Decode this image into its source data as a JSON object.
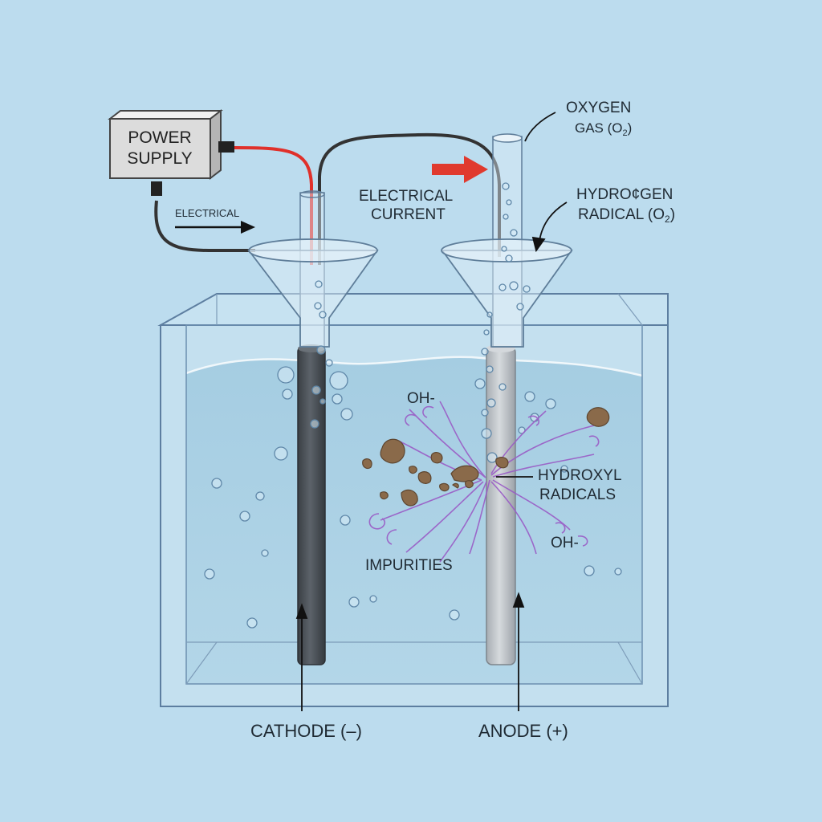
{
  "power_supply": {
    "line1": "POWER",
    "line2": "SUPPLY"
  },
  "labels": {
    "electrical_small": "ELECTRICAL",
    "electrical_current_1": "ELECTRICAL",
    "electrical_current_2": "CURRENT",
    "oxygen_1": "OXYGEN",
    "oxygen_2": "GAS (O",
    "oxygen_sub": "2",
    "oxygen_close": ")",
    "hydrogen_1": "HYDRO¢GEN",
    "hydrogen_2": "RADICAL (O",
    "hydrogen_sub": "2",
    "hydrogen_close": ")",
    "oh_1": "OH-",
    "oh_2": "OH-",
    "hydroxyl_1": "HYDROXYL",
    "hydroxyl_2": "RADICALS",
    "impurities": "IMPURITIES",
    "cathode": "CATHODE (–)",
    "anode": "ANODE (+)"
  },
  "colors": {
    "background": "#bcdcee",
    "water": "#a8cfe4",
    "cathode": "#4b5157",
    "anode": "#b9bec3",
    "red_wire": "#e0302a",
    "black_wire": "#333333",
    "current_arrow": "#e03a2e",
    "swirl": "#9a5cc6",
    "impurity": "#8a6a4a"
  }
}
